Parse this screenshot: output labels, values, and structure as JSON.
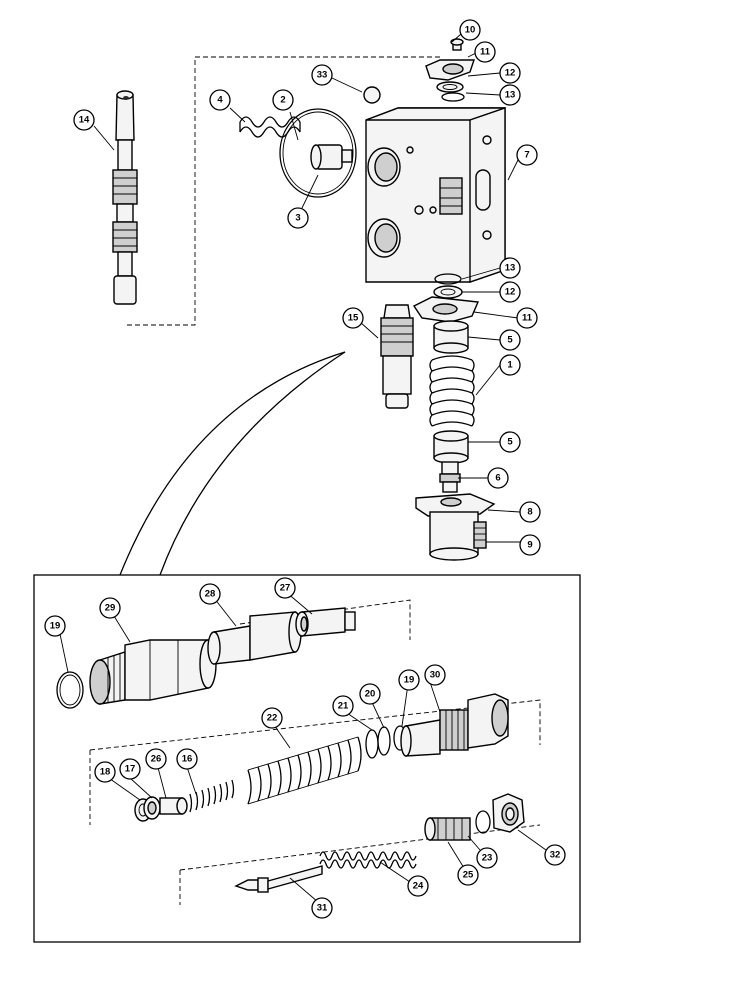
{
  "diagram": {
    "callouts": {
      "c1": "1",
      "c2": "2",
      "c3": "3",
      "c4": "4",
      "c5a": "5",
      "c5b": "5",
      "c6": "6",
      "c7": "7",
      "c8": "8",
      "c9": "9",
      "c10": "10",
      "c11a": "11",
      "c11b": "11",
      "c12a": "12",
      "c12b": "12",
      "c13a": "13",
      "c13b": "13",
      "c14": "14",
      "c15": "15",
      "c16": "16",
      "c17": "17",
      "c18": "18",
      "c19a": "19",
      "c19b": "19",
      "c20": "20",
      "c21": "21",
      "c22": "22",
      "c23": "23",
      "c24": "24",
      "c25": "25",
      "c26": "26",
      "c27": "27",
      "c28": "28",
      "c29": "29",
      "c30": "30",
      "c31": "31",
      "c32": "32",
      "c33": "33"
    }
  }
}
